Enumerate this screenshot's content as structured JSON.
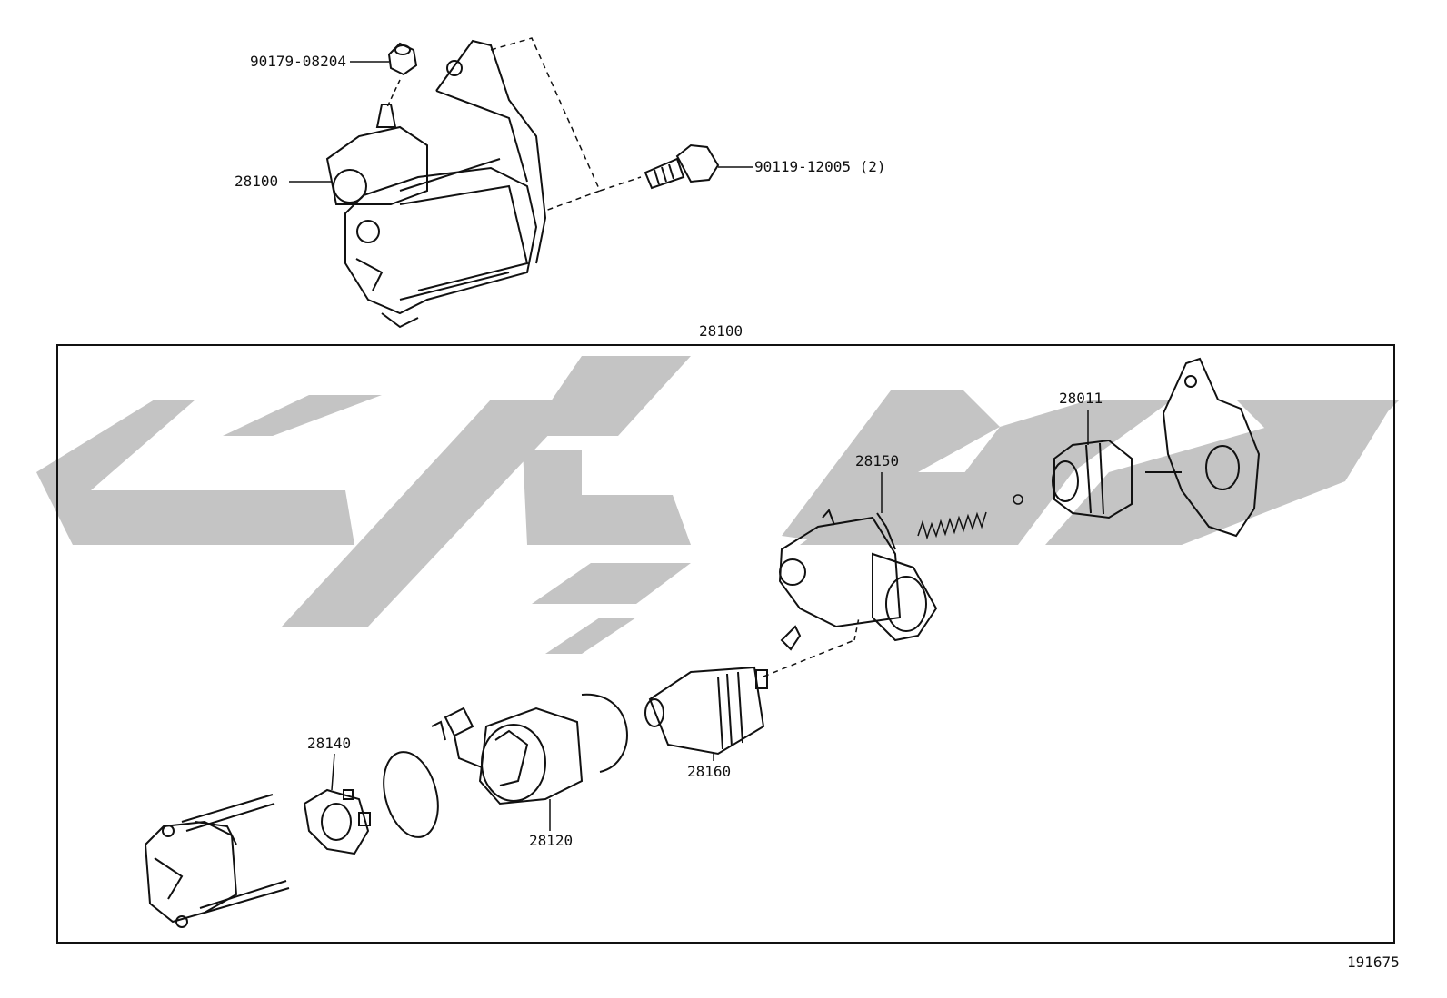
{
  "diagram": {
    "watermark_color": "#c4c4c4",
    "line_color": "#111111",
    "labels": {
      "bolt_top": "90179-08204",
      "starter_top": "28100",
      "bolt_right": "90119-12005 (2)",
      "box_title": "28100",
      "drive_gear": "28011",
      "housing": "28150",
      "brush_holder": "28140",
      "armature": "28160",
      "yoke": "28120",
      "figure_number": "191675"
    }
  }
}
